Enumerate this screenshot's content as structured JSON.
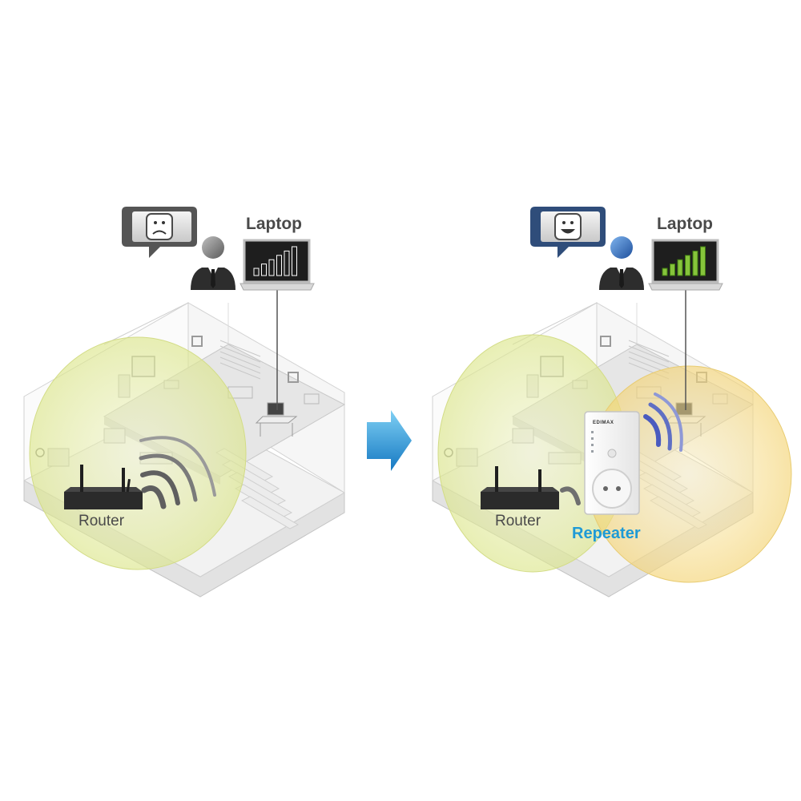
{
  "before": {
    "laptop_label": "Laptop",
    "router_label": "Router",
    "user_mood": "sad",
    "signal_bars": [
      0.25,
      0.4,
      0.55,
      0.7,
      0.85,
      1.0
    ]
  },
  "after": {
    "laptop_label": "Laptop",
    "router_label": "Router",
    "repeater_label": "Repeater",
    "repeater_brand": "EDIMAX",
    "user_mood": "happy",
    "signal_bars": [
      0.25,
      0.4,
      0.55,
      0.7,
      0.85,
      1.0
    ]
  },
  "colors": {
    "arrow": "#1e9ad6",
    "repeater_label": "#1e9ad6",
    "coverage_router": "#e3ec9f",
    "coverage_repeater": "#f6dc86",
    "signal_good": "#86c43b",
    "wave_blue": "#5f6fc4"
  }
}
